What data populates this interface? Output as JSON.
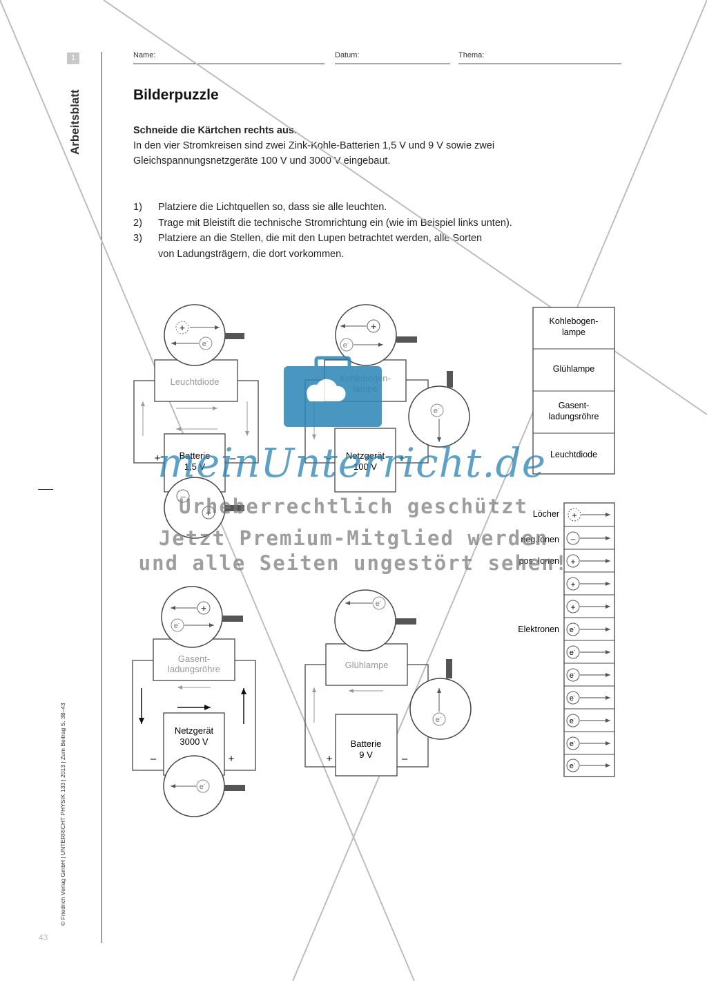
{
  "sheet": {
    "page_box": "1",
    "side_title": "Arbeitsblatt",
    "copyright": "© Friedrich Verlag GmbH | UNTERRICHT PHYSIK 133 | 2013 | Zum Beitrag S. 38–43",
    "page_number": "43"
  },
  "header": {
    "name_label": "Name:",
    "date_label": "Datum:",
    "topic_label": "Thema:"
  },
  "title": "Bilderpuzzle",
  "instructions": {
    "bold": "Schneide die Kärtchen rechts aus.",
    "line1": "In den vier Stromkreisen sind zwei Zink-Kohle-Batterien 1,5 V und 9 V sowie zwei",
    "line2": "Gleichspannungsnetzgeräte 100 V und 3000 V eingebaut."
  },
  "tasks": [
    {
      "num": "1)",
      "text": "Platziere die Lichtquellen so, dass sie alle leuchten."
    },
    {
      "num": "2)",
      "text": "Trage mit Bleistift die technische Stromrichtung ein (wie im Beispiel links unten)."
    },
    {
      "num": "3)",
      "text": "Platziere an die Stellen, die mit den Lupen betrachtet werden, alle Sorten"
    },
    {
      "num": "",
      "text": "von Ladungsträgern, die dort vorkommen."
    }
  ],
  "circuits": {
    "c1": {
      "lamp": "Leuchtdiode",
      "source1": "Batterie",
      "source2": "1,5 V",
      "plus": "+",
      "minus": "–"
    },
    "c2": {
      "lamp1": "Kohlebogen-",
      "lamp2": "lampe",
      "source1": "Netzgerät",
      "source2": "100 V",
      "plus": "+",
      "minus": "–"
    },
    "c3": {
      "lamp1": "Gasent-",
      "lamp2": "ladungsröhre",
      "source1": "Netzgerät",
      "source2": "3000 V",
      "plus": "+",
      "minus": "–"
    },
    "c4": {
      "lamp": "Glühlampe",
      "source1": "Batterie",
      "source2": "9 V",
      "plus": "+",
      "minus": "–"
    }
  },
  "symbols": {
    "electron": "e",
    "electron_sup": "-",
    "plus": "+",
    "minus": "–"
  },
  "cards": {
    "items": [
      {
        "line1": "Kohlebogen-",
        "line2": "lampe"
      },
      {
        "line1": "Glühlampe",
        "line2": ""
      },
      {
        "line1": "Gasent-",
        "line2": "ladungsröhre"
      },
      {
        "line1": "Leuchtdiode",
        "line2": ""
      }
    ]
  },
  "carriers": {
    "labels": {
      "holes": "Löcher",
      "neg_ions": "neg.Ionen",
      "pos_ions": "pos. Ionen",
      "electrons": "Elektronen"
    }
  },
  "watermark": {
    "logo": "meinUnterricht.de",
    "line1": "Urheberrechtlich geschützt",
    "line2": "Jetzt Premium-Mitglied werden",
    "line3": "und alle Seiten ungestört sehen!"
  },
  "colors": {
    "watermark_blue": "#2a86b6",
    "line": "#444444",
    "grey_text": "#9a9a9a"
  }
}
